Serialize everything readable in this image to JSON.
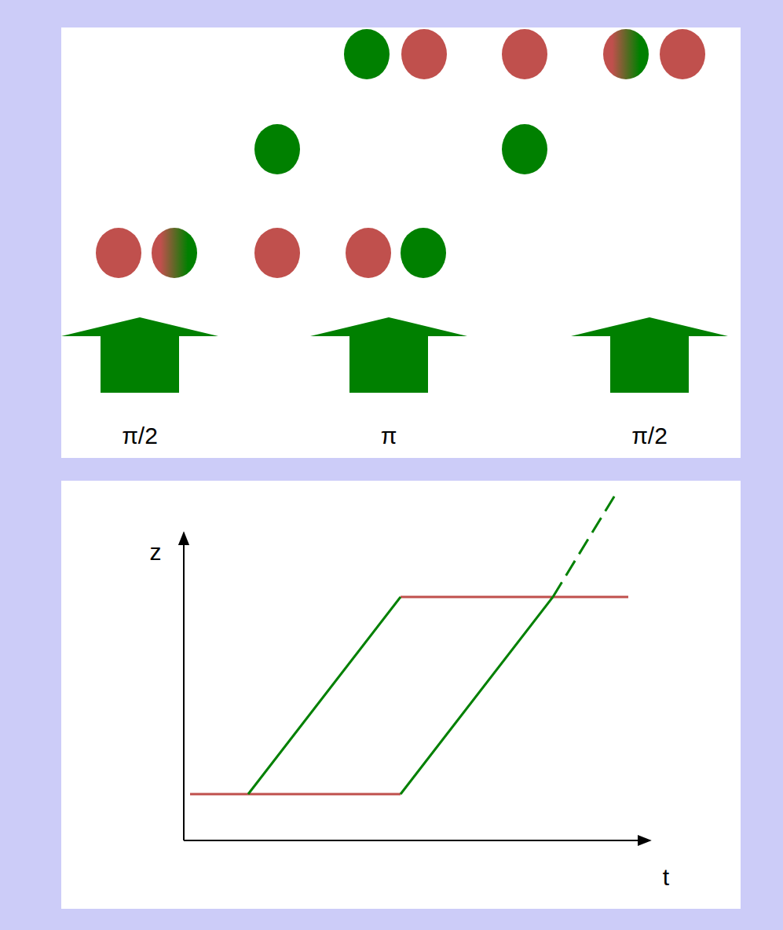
{
  "diagram": {
    "labels": [
      "π/2",
      "π",
      "π/2",
      "z",
      "t"
    ]
  }
}
